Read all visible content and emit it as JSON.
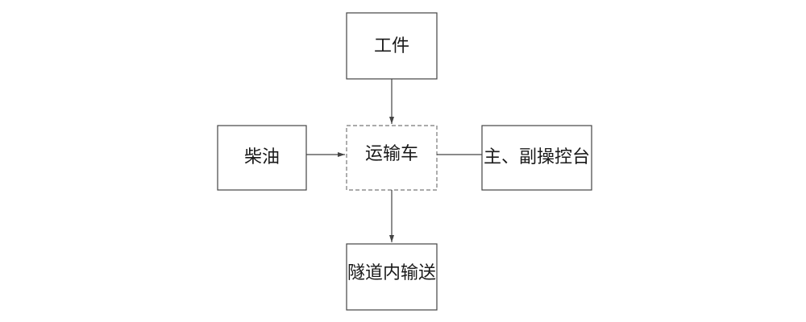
{
  "diagram": {
    "nodes": {
      "workpiece": {
        "label": "工件"
      },
      "diesel": {
        "label": "柴油"
      },
      "transport_vehicle": {
        "label": "运输车"
      },
      "consoles": {
        "label": "主、副操控台"
      },
      "tunnel_conveying": {
        "label": "隧道内输送"
      }
    },
    "edges": [
      {
        "from": "workpiece",
        "to": "transport_vehicle",
        "arrow": true
      },
      {
        "from": "diesel",
        "to": "transport_vehicle",
        "arrow": true
      },
      {
        "from": "transport_vehicle",
        "to": "consoles",
        "arrow": false
      },
      {
        "from": "transport_vehicle",
        "to": "tunnel_conveying",
        "arrow": true
      }
    ],
    "colors": {
      "line": "#444444",
      "text": "#1a1a1a",
      "dashed_border": "#777777"
    }
  }
}
